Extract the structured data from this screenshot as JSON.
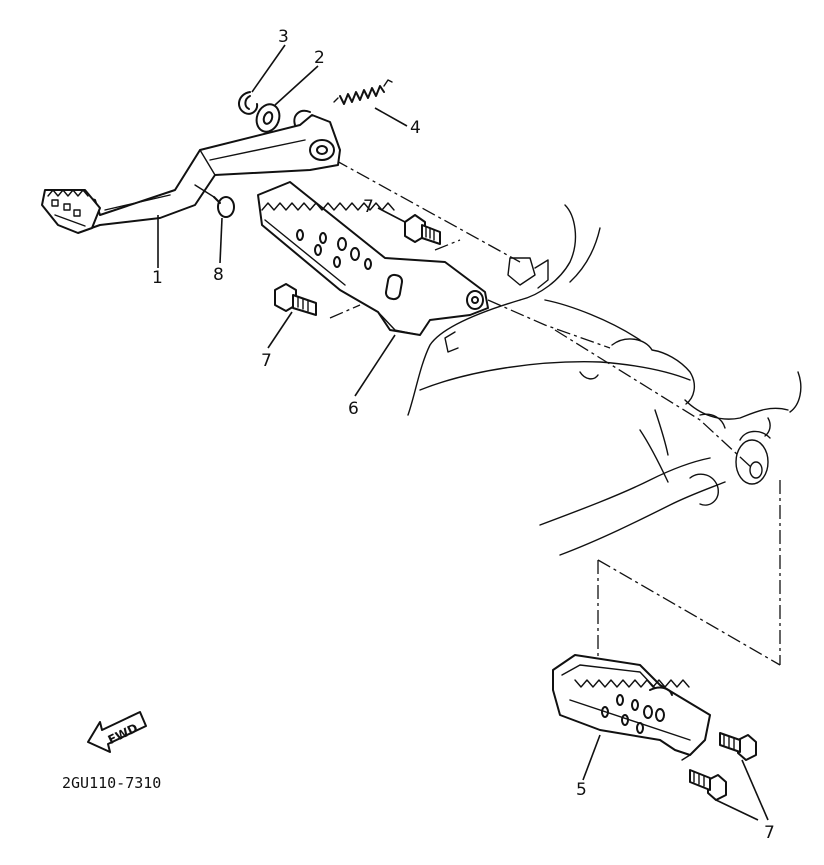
{
  "callouts": {
    "c1": "1",
    "c2": "2",
    "c3": "3",
    "c4": "4",
    "c5": "5",
    "c6": "6",
    "c7a": "7",
    "c7b": "7",
    "c7c": "7",
    "c8": "8"
  },
  "fwd_label": "FWD",
  "drawing_code": "2GU110-7310"
}
